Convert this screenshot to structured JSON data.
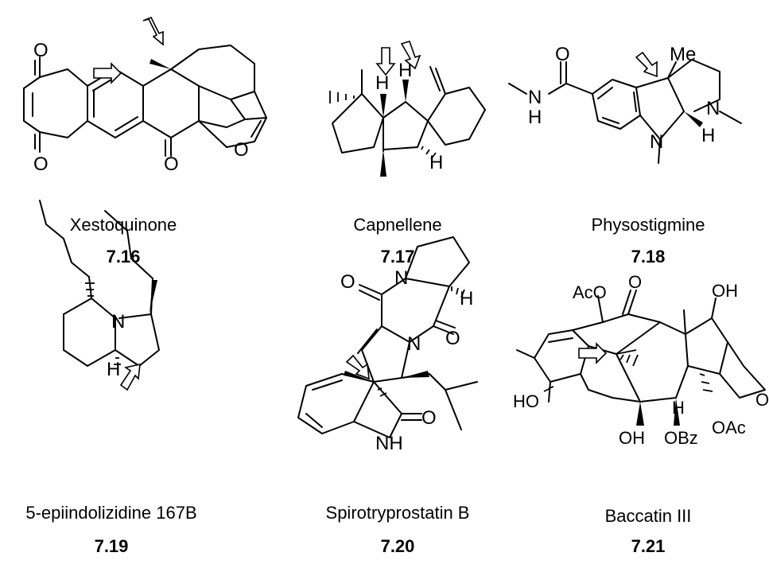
{
  "compounds": [
    {
      "name": "Xestoquinone",
      "number": "7.16"
    },
    {
      "name": "Capnellene",
      "number": "7.17"
    },
    {
      "name": "Physostigmine",
      "number": "7.18"
    },
    {
      "name": "5-epiindolizidine 167B",
      "number": "7.19"
    },
    {
      "name": "Spirotryprostatin B",
      "number": "7.20"
    },
    {
      "name": "Baccatin III",
      "number": "7.21"
    }
  ],
  "atom_labels": {
    "O": "O",
    "N": "N",
    "H": "H",
    "Me": "Me",
    "AcO": "AcO",
    "OAc": "OAc",
    "OBz": "OBz",
    "OH": "OH",
    "HO": "HO",
    "NH": "NH"
  }
}
